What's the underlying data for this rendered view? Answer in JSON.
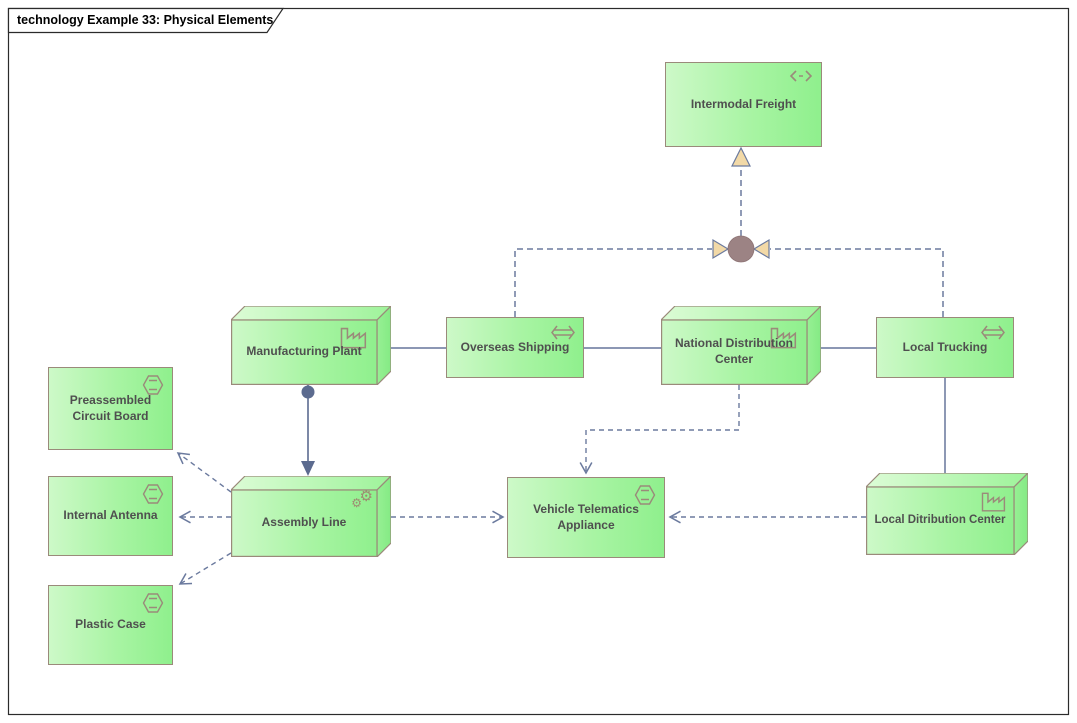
{
  "diagram": {
    "title": "technology Example 33: Physical Elements",
    "tool_style": "ArchiMate technology/physical layer diagram"
  },
  "colors": {
    "element_fill_light": "#cdf9c8",
    "element_fill_dark": "#8ff08d",
    "element_border": "#9a8a7a",
    "label_text": "#4f4f4f",
    "connector": "#6b7a9e",
    "connector_solid": "#67759b",
    "assignment_fill": "#5c6b8f",
    "junction_fill": "#9c8384",
    "arrowhead_tan_fill": "#f2d9a7",
    "frame_border": "#2b2b2b"
  },
  "nodes": {
    "intermodal_freight": {
      "label": "Intermodal Freight",
      "icon": "distribution-network-icon",
      "shape": "rect"
    },
    "manufacturing_plant": {
      "label": "Manufacturing Plant",
      "icon": "facility-icon",
      "shape": "box3d"
    },
    "overseas_shipping": {
      "label": "Overseas Shipping",
      "icon": "path-icon",
      "shape": "rect"
    },
    "national_distribution_center": {
      "label": "National Distribution Center",
      "icon": "facility-icon",
      "shape": "box3d"
    },
    "local_trucking": {
      "label": "Local Trucking",
      "icon": "path-icon",
      "shape": "rect"
    },
    "preassembled_circuit_board": {
      "label": "Preassembled Circuit Board",
      "icon": "material-icon",
      "shape": "rect"
    },
    "internal_antenna": {
      "label": "Internal Antenna",
      "icon": "material-icon",
      "shape": "rect"
    },
    "plastic_case": {
      "label": "Plastic Case",
      "icon": "material-icon",
      "shape": "rect"
    },
    "assembly_line": {
      "label": "Assembly Line",
      "icon": "equipment-icon",
      "shape": "box3d"
    },
    "vehicle_telematics_appliance": {
      "label": "Vehicle Telematics Appliance",
      "icon": "material-icon",
      "shape": "rect"
    },
    "local_ditribution_center": {
      "label": "Local Ditribution Center",
      "icon": "facility-icon",
      "shape": "box3d"
    }
  },
  "relationships": [
    {
      "from": "manufacturing_plant",
      "to": "overseas_shipping",
      "style": "solid-association"
    },
    {
      "from": "overseas_shipping",
      "to": "national_distribution_center",
      "style": "solid-association"
    },
    {
      "from": "national_distribution_center",
      "to": "local_trucking",
      "style": "solid-association"
    },
    {
      "from": "local_trucking",
      "to": "local_ditribution_center",
      "style": "solid-association"
    },
    {
      "from": "overseas_shipping",
      "to": "junction",
      "style": "dashed-tan-arrow"
    },
    {
      "from": "local_trucking",
      "to": "junction",
      "style": "dashed-tan-arrow"
    },
    {
      "from": "junction",
      "to": "intermodal_freight",
      "style": "dashed-tan-triangle"
    },
    {
      "from": "manufacturing_plant",
      "to": "assembly_line",
      "style": "assignment-ball-arrow"
    },
    {
      "from": "assembly_line",
      "to": "preassembled_circuit_board",
      "style": "dashed-open-arrow"
    },
    {
      "from": "assembly_line",
      "to": "internal_antenna",
      "style": "dashed-open-arrow"
    },
    {
      "from": "assembly_line",
      "to": "plastic_case",
      "style": "dashed-open-arrow"
    },
    {
      "from": "assembly_line",
      "to": "vehicle_telematics_appliance",
      "style": "dashed-open-arrow"
    },
    {
      "from": "national_distribution_center",
      "to": "vehicle_telematics_appliance",
      "style": "dashed-open-arrow"
    },
    {
      "from": "local_ditribution_center",
      "to": "vehicle_telematics_appliance",
      "style": "dashed-open-arrow"
    }
  ]
}
